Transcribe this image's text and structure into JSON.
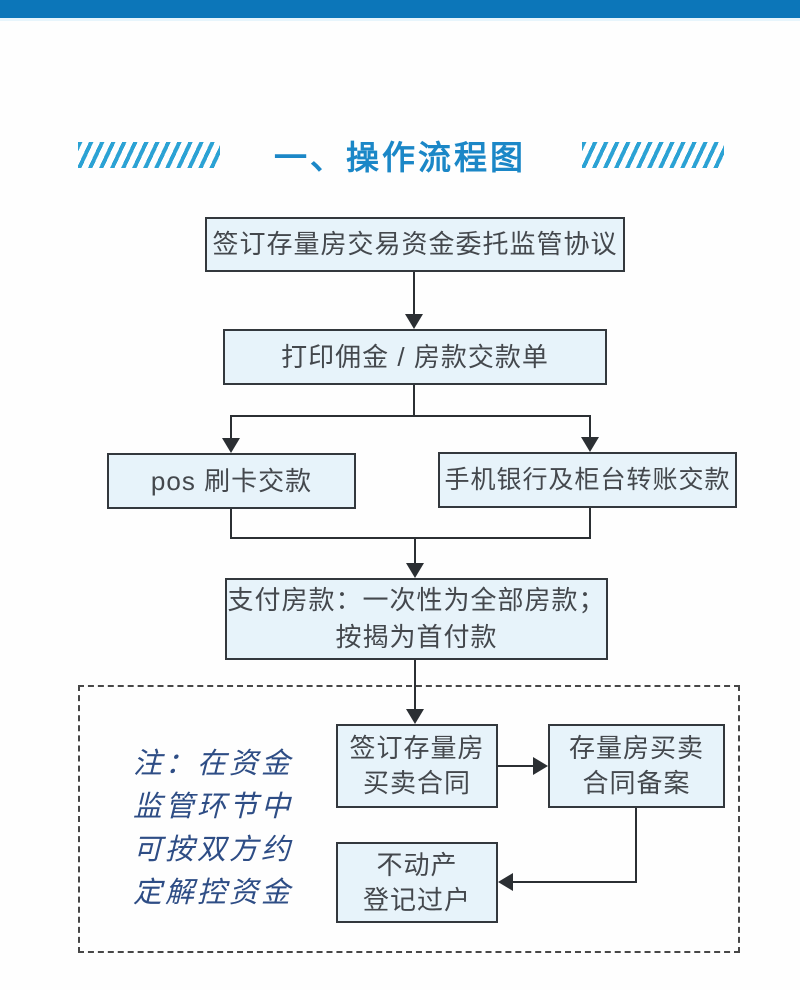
{
  "page": {
    "title": "一、操作流程图"
  },
  "flowchart": {
    "nodes": [
      {
        "id": "sign-escrow-agreement",
        "label": "签订存量房交易资金委托监管协议"
      },
      {
        "id": "print-payment-slip",
        "label": "打印佣金 / 房款交款单"
      },
      {
        "id": "pos-payment",
        "label": "pos 刷卡交款"
      },
      {
        "id": "bank-transfer-payment",
        "label": "手机银行及柜台转账交款"
      },
      {
        "id": "pay-house-funds",
        "label": "支付房款：一次性为全部房款；\n按揭为首付款"
      },
      {
        "id": "sign-sale-contract",
        "label": "签订存量房\n买卖合同"
      },
      {
        "id": "contract-filing",
        "label": "存量房买卖\n合同备案"
      },
      {
        "id": "property-transfer",
        "label": "不动产\n登记过户"
      }
    ],
    "note": "注：在资金\n监管环节中\n可按双方约\n定解控资金"
  },
  "colors": {
    "header_bar": "#0c76b9",
    "title_text": "#1b87c7",
    "hatch": "#2ba2d4",
    "node_fill": "#e7f3fa",
    "node_border": "#33383d",
    "connector": "#2b2f33",
    "note_text": "#2e4d85"
  }
}
